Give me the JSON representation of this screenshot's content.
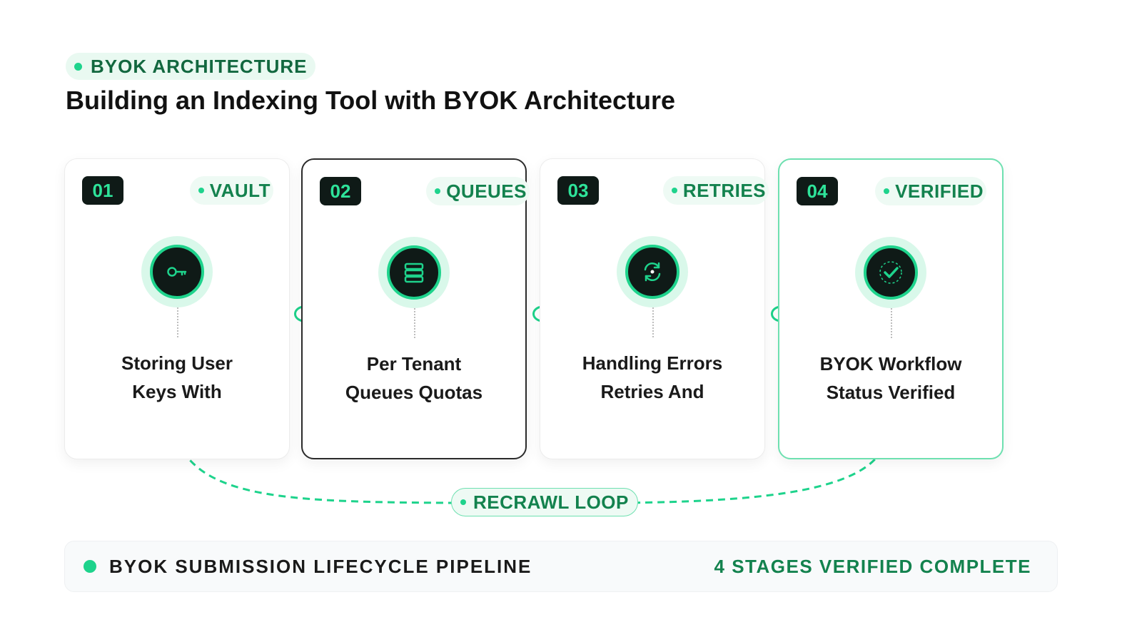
{
  "header": {
    "eyebrow": "BYOK ARCHITECTURE",
    "title": "Building an Indexing Tool with BYOK Architecture"
  },
  "stages": [
    {
      "number": "01",
      "tag": "VAULT",
      "label_line1": "Storing User",
      "label_line2": "Keys With",
      "icon": "key-icon"
    },
    {
      "number": "02",
      "tag": "QUEUES",
      "label_line1": "Per Tenant",
      "label_line2": "Queues Quotas",
      "icon": "database-icon"
    },
    {
      "number": "03",
      "tag": "RETRIES",
      "label_line1": "Handling Errors",
      "label_line2": "Retries And",
      "icon": "refresh-icon"
    },
    {
      "number": "04",
      "tag": "VERIFIED",
      "label_line1": "BYOK Workflow",
      "label_line2": "Status Verified",
      "icon": "check-icon"
    }
  ],
  "loop": {
    "label": "RECRAWL LOOP"
  },
  "footer": {
    "left_text": "BYOK SUBMISSION LIFECYCLE PIPELINE",
    "right_text": "4 STAGES VERIFIED COMPLETE"
  },
  "colors": {
    "accent": "#1ed38c",
    "accent_dark": "#13824e",
    "icon_bg": "#0f1a17"
  }
}
